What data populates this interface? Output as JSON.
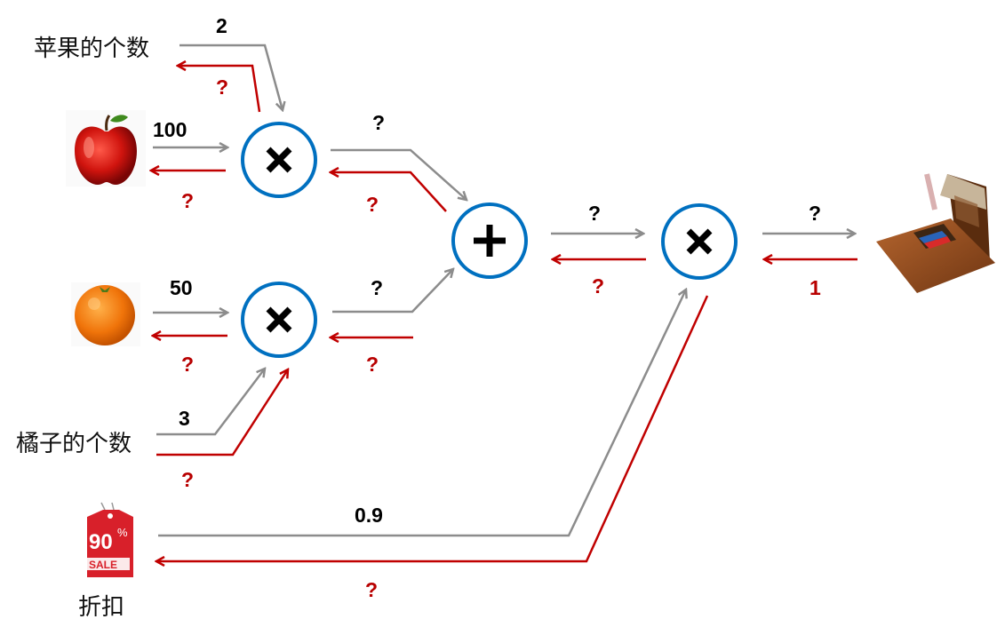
{
  "labels": {
    "apple_count": "苹果的个数",
    "orange_count": "橘子的个数",
    "discount": "折扣"
  },
  "forward_values": {
    "apple_count": "2",
    "apple_price": "100",
    "orange_price": "50",
    "orange_count": "3",
    "discount": "0.9",
    "apple_total": "?",
    "orange_total": "?",
    "sum": "?",
    "output": "?"
  },
  "backward_values": {
    "apple_count": "?",
    "apple_price": "?",
    "orange_price": "?",
    "orange_count": "?",
    "discount": "?",
    "apple_total": "?",
    "orange_total": "?",
    "sum": "?",
    "output": "1"
  },
  "nodes": {
    "mul1": "×",
    "mul2": "×",
    "add": "+",
    "mul3": "×"
  },
  "sale_tag": {
    "percent": "90",
    "text": "SALE"
  },
  "colors": {
    "forward": "#8c8c8c",
    "backward": "#c00000",
    "node_border": "#0070c0"
  }
}
